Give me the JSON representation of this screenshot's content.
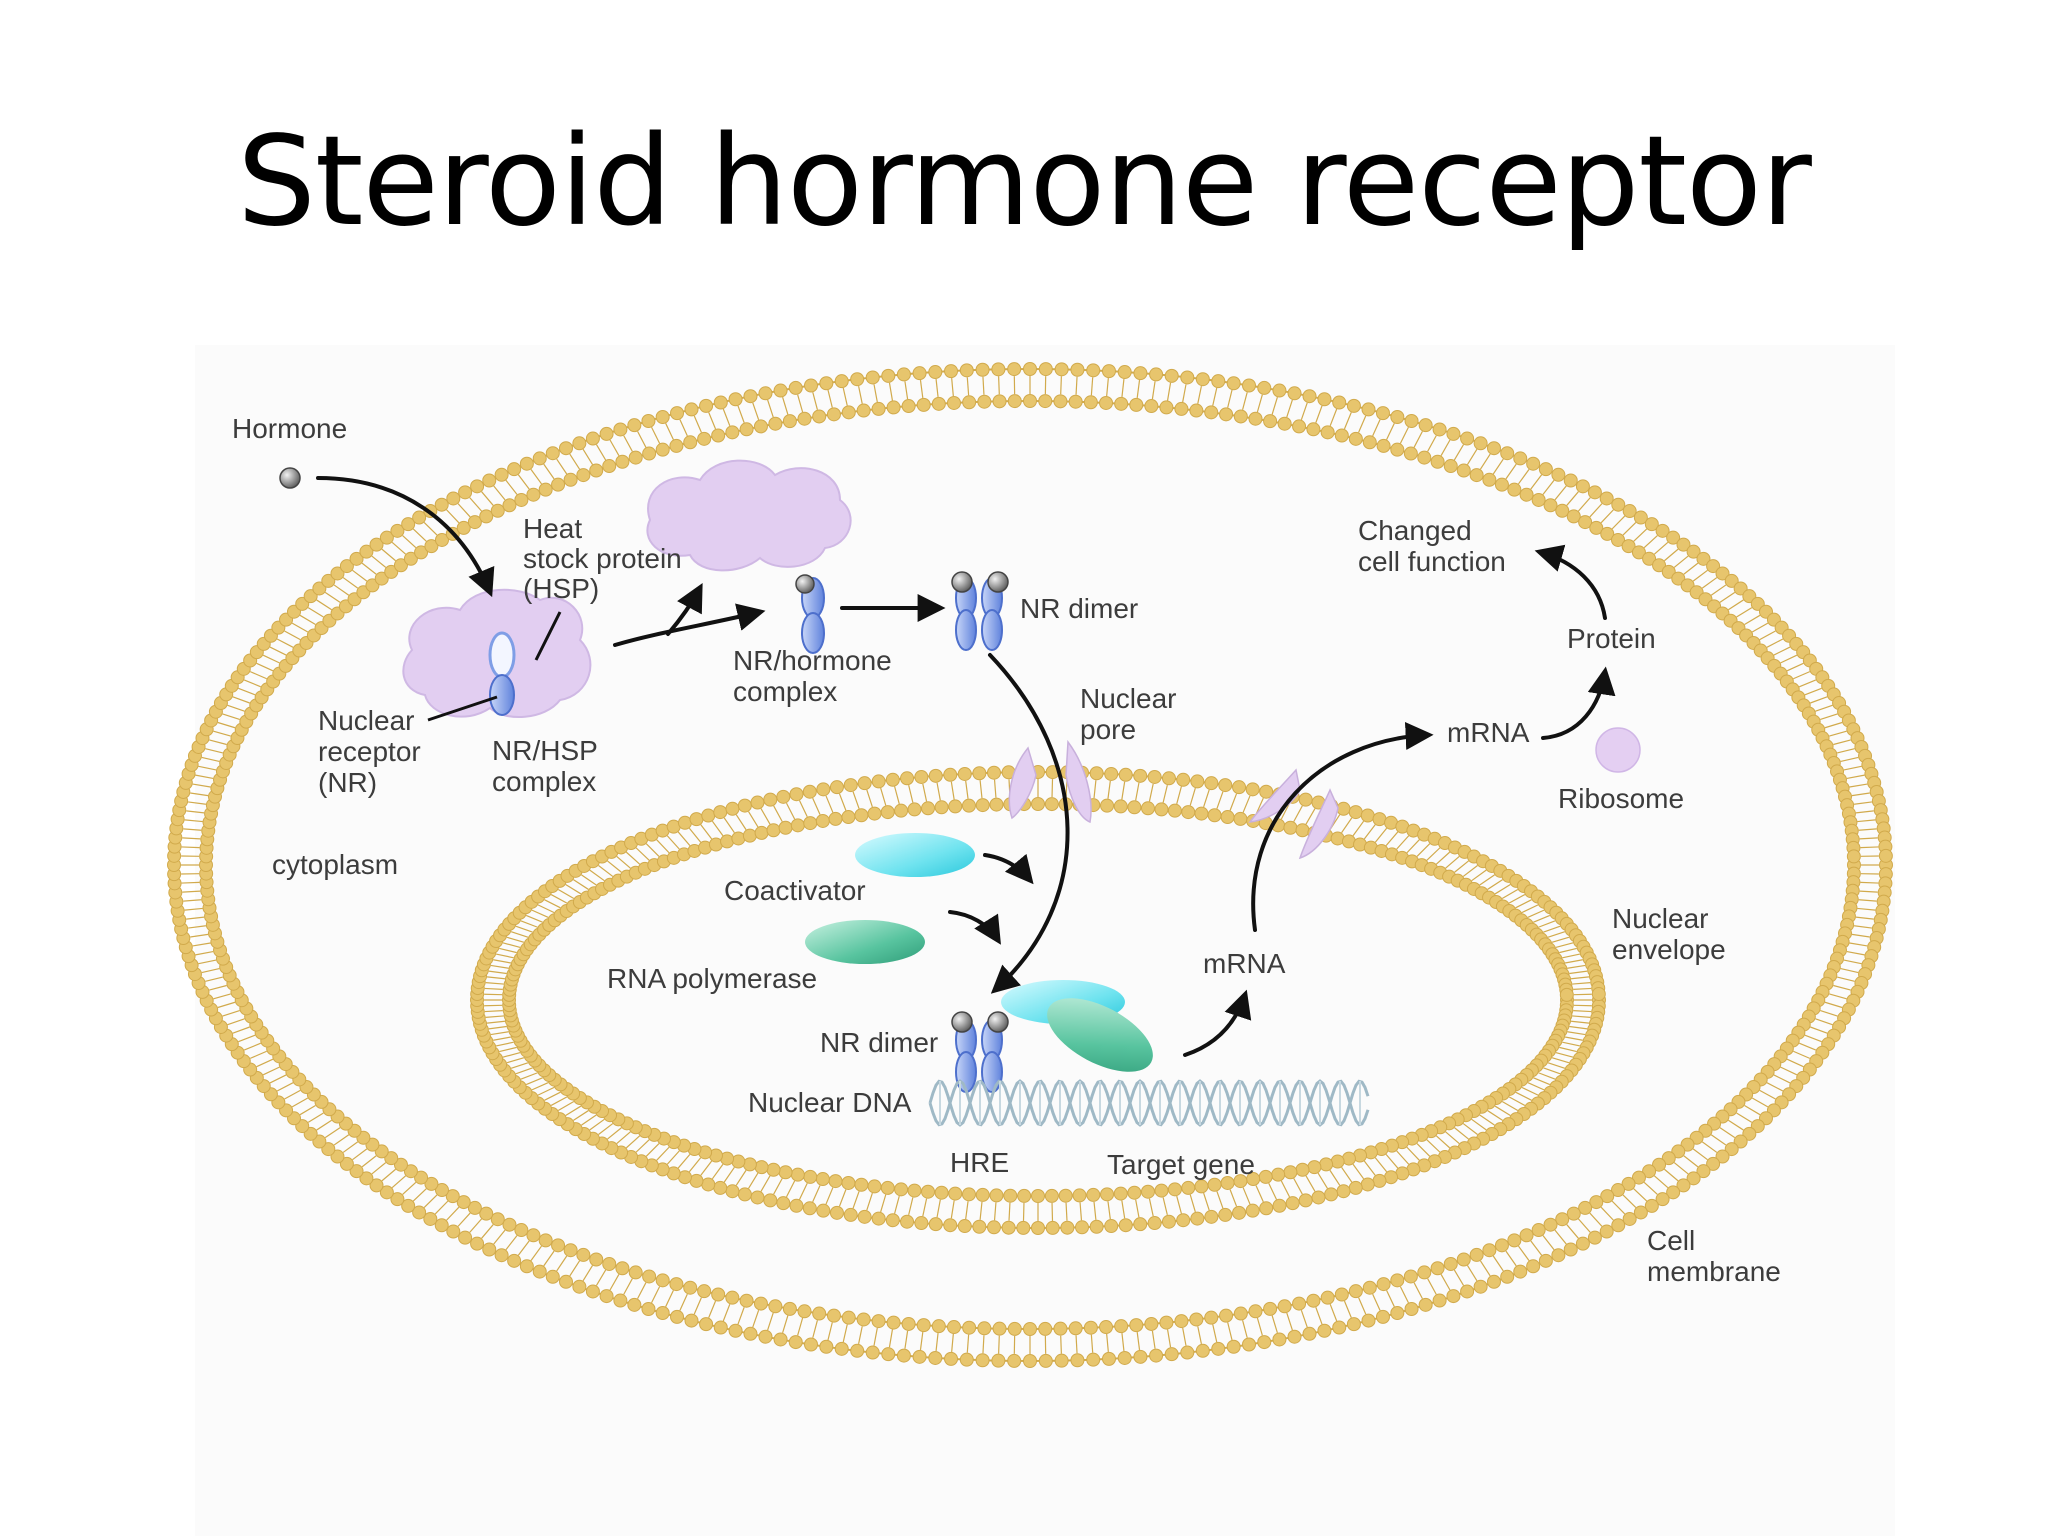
{
  "title": "Steroid hormone receptor",
  "colors": {
    "membrane": "#e7c56d",
    "membrane_dark": "#d1aa4c",
    "hsp": "#e2cef1",
    "receptor": "#7f9ee6",
    "hormone": "#8a8a8a",
    "coactivator": "#6fe3ef",
    "polymerase": "#58c49f",
    "ribosome": "#e4cff2",
    "dna": "#9fb9c6",
    "text": "#3c3c3c"
  },
  "labels": {
    "hormone": "Hormone",
    "hsp": [
      "Heat",
      "stock protein",
      "(HSP)"
    ],
    "nuclear_receptor": [
      "Nuclear",
      "receptor",
      "(NR)"
    ],
    "nr_hsp_complex": [
      "NR/HSP",
      "complex"
    ],
    "nr_hormone_complex": [
      "NR/hormone",
      "complex"
    ],
    "nr_dimer_top": "NR dimer",
    "nuclear_pore": [
      "Nuclear",
      "pore"
    ],
    "cytoplasm": "cytoplasm",
    "coactivator": "Coactivator",
    "rna_polymerase": "RNA polymerase",
    "nr_dimer_bottom": "NR dimer",
    "nuclear_dna": "Nuclear DNA",
    "hre": "HRE",
    "target_gene": "Target gene",
    "mrna_nucleus": "mRNA",
    "mrna_cytoplasm": "mRNA",
    "protein": "Protein",
    "changed_cell_function": [
      "Changed",
      "cell function"
    ],
    "ribosome": "Ribosome",
    "nuclear_envelope": [
      "Nuclear",
      "envelope"
    ],
    "cell_membrane": [
      "Cell",
      "membrane"
    ]
  }
}
